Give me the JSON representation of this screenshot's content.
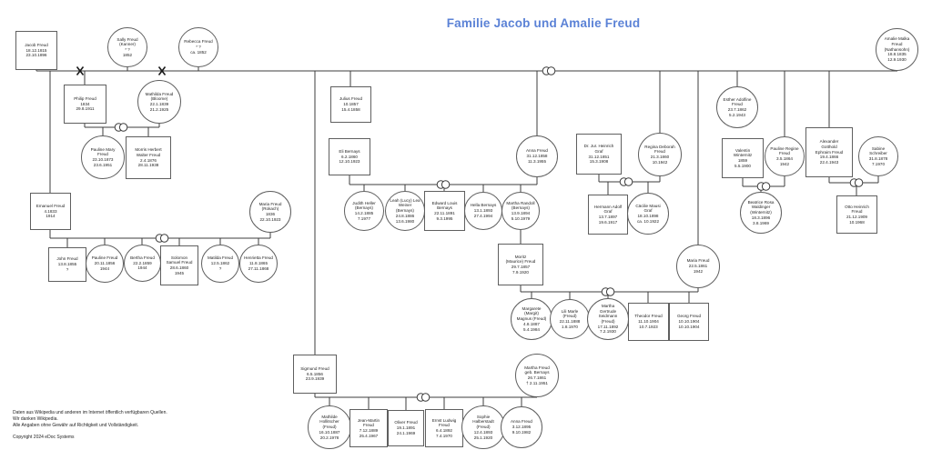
{
  "title": {
    "text": "Familie Jacob und Amalie Freud",
    "color": "#5b82d6"
  },
  "footer": {
    "lines": [
      "Daten aus Wikipedia und anderen im Internet öffentlich verfügbaren Quellen.",
      "Wir danken Wikipedia.",
      "Alle Angaben ohne Gewähr auf Richtigkeit und Vollständigkeit."
    ],
    "copyright": "Copyright 2024 eDoc Systems"
  },
  "symbols": {
    "marriage": "interlocked-rings-icon",
    "ended_marriage": "x-mark-icon",
    "male_shape": "rect",
    "female_shape": "circle"
  },
  "people": [
    {
      "id": "jacob",
      "shape": "rect",
      "lines": [
        "Jacob Freud",
        "18.12.1815",
        "23.10.1896"
      ]
    },
    {
      "id": "sally",
      "shape": "circle",
      "lines": [
        "Sally Freud",
        "(Kanner)",
        "* ?",
        "1852"
      ]
    },
    {
      "id": "rebecca",
      "shape": "circle",
      "lines": [
        "Rebecca Freud",
        "* ?",
        "ca. 1852"
      ]
    },
    {
      "id": "amalie",
      "shape": "circle",
      "lines": [
        "Amalie Malka",
        "Freud",
        "(Nathansohn)",
        "18.8.1835",
        "12.9.1930"
      ]
    },
    {
      "id": "philip",
      "shape": "rect",
      "lines": [
        "Philip Freud",
        "1834",
        "29.8.1911"
      ]
    },
    {
      "id": "mathilda_bloome",
      "shape": "circle",
      "lines": [
        "Mathilda Freud",
        "(Bloome)",
        "22.1.1839",
        "21.2.1925"
      ]
    },
    {
      "id": "pauline_mary",
      "shape": "circle",
      "lines": [
        "Pauline Mary",
        "Freud",
        "23.10.1873",
        "23.6.1951"
      ]
    },
    {
      "id": "morris",
      "shape": "rect",
      "lines": [
        "Morris Herbert",
        "Walter Freud",
        "2.4.1876",
        "28.11.1938"
      ]
    },
    {
      "id": "emanuel",
      "shape": "rect",
      "lines": [
        "Emanuel Freud",
        "4.1833",
        "1914"
      ]
    },
    {
      "id": "maria_rokach",
      "shape": "circle",
      "lines": [
        "Maria Freud",
        "(Rokach)",
        "1836",
        "22.10.1923"
      ]
    },
    {
      "id": "john",
      "shape": "rect",
      "lines": [
        "John Freud",
        "13.8.1855",
        "?"
      ]
    },
    {
      "id": "pauline",
      "shape": "circle",
      "lines": [
        "Pauline Freud",
        "20.11.1856",
        "1944"
      ]
    },
    {
      "id": "bertha",
      "shape": "circle",
      "lines": [
        "Bertha Freud",
        "22.2.1859",
        "1944"
      ]
    },
    {
      "id": "solomon",
      "shape": "rect",
      "lines": [
        "Solomon",
        "Samuel Freud",
        "28.6.1860",
        "1945"
      ]
    },
    {
      "id": "matilda",
      "shape": "circle",
      "lines": [
        "Matilda Freud",
        "12.5.1862",
        "?"
      ]
    },
    {
      "id": "henrietta",
      "shape": "circle",
      "lines": [
        "Henrietta Freud",
        "11.8.1865",
        "27.11.1868"
      ]
    },
    {
      "id": "julius",
      "shape": "rect",
      "lines": [
        "Julius Freud",
        "10.1857",
        "15.4.1858"
      ]
    },
    {
      "id": "eli",
      "shape": "rect",
      "lines": [
        "Eli Bernays",
        "6.2.1860",
        "12.10.1923"
      ]
    },
    {
      "id": "anna_bernays",
      "shape": "circle",
      "lines": [
        "Anna Freud",
        "31.12.1858",
        "11.3.1955"
      ]
    },
    {
      "id": "judith",
      "shape": "circle",
      "lines": [
        "Judith Heller",
        "(Bernays)",
        "14.2.1885",
        "7.1977"
      ]
    },
    {
      "id": "leah",
      "shape": "circle",
      "lines": [
        "Leah (Lucy) Lea",
        "Weiner",
        "(Bernays)",
        "24.8.1886",
        "13.6.1980"
      ]
    },
    {
      "id": "edward",
      "shape": "rect",
      "lines": [
        "Edward Louis",
        "Bernays",
        "22.11.1891",
        "9.3.1995"
      ]
    },
    {
      "id": "hella",
      "shape": "circle",
      "lines": [
        "Hella Bernays",
        "13.1.1893",
        "27.4.1994"
      ]
    },
    {
      "id": "martha_randoll",
      "shape": "circle",
      "lines": [
        "Martha Randoll",
        "(Bernays)",
        "13.9.1894",
        "5.10.1979"
      ]
    },
    {
      "id": "heinrich",
      "shape": "rect",
      "lines": [
        "Dr. Jur. Heinrich",
        "Graf",
        "31.12.1851",
        "15.3.1908"
      ]
    },
    {
      "id": "regina",
      "shape": "circle",
      "lines": [
        "Regina Deborah",
        "Freud",
        "21.3.1860",
        "10.1942"
      ]
    },
    {
      "id": "hermann",
      "shape": "rect",
      "lines": [
        "Hermann Adolf",
        "Graf",
        "13.7.1897",
        "19.6.1917"
      ]
    },
    {
      "id": "caecilie",
      "shape": "circle",
      "lines": [
        "Cäcilie Mausi",
        "Graf",
        "18.10.1898",
        "ca. 10.1922"
      ]
    },
    {
      "id": "esther",
      "shape": "circle",
      "lines": [
        "Esther Adolfine",
        "Freud",
        "23.7.1862",
        "5.2.1943"
      ]
    },
    {
      "id": "valentin",
      "shape": "rect",
      "lines": [
        "Valentin",
        "Winternitz",
        "1859",
        "5.5.1900"
      ]
    },
    {
      "id": "pauline_regine",
      "shape": "circle",
      "lines": [
        "Pauline Regine",
        "Freud",
        "3.5.1864",
        "1942"
      ]
    },
    {
      "id": "beatrice",
      "shape": "circle",
      "lines": [
        "Beatrice Rosa",
        "Waldinger",
        "(Winternitz)",
        "18.3.1896",
        "3.8.1969"
      ]
    },
    {
      "id": "alexander",
      "shape": "rect",
      "lines": [
        "Alexander",
        "Gotthold",
        "Ephraim Freud",
        "19.4.1866",
        "22.4.1943"
      ]
    },
    {
      "id": "sabine",
      "shape": "circle",
      "lines": [
        "Sabine",
        "Schreiber",
        "31.8.1878",
        "7.1970"
      ]
    },
    {
      "id": "otto",
      "shape": "rect",
      "lines": [
        "Otto Heinrich",
        "Freud",
        "21.12.1909",
        "10.1968"
      ]
    },
    {
      "id": "moritz",
      "shape": "rect",
      "lines": [
        "Moritz",
        "(Maurice) Freud",
        "29.7.1857",
        "7.9.1920"
      ]
    },
    {
      "id": "maria",
      "shape": "circle",
      "lines": [
        "Maria Freud",
        "22.5.1861",
        "1942"
      ]
    },
    {
      "id": "margarete",
      "shape": "circle",
      "lines": [
        "Margarete",
        "(Margit)",
        "Magnus (Freud)",
        "4.8.1887",
        "5.4.1984"
      ]
    },
    {
      "id": "lili",
      "shape": "circle",
      "lines": [
        "Lili Marle",
        "(Freud)",
        "22.11.1888",
        "1.8.1970"
      ]
    },
    {
      "id": "martha_seidmann",
      "shape": "circle",
      "lines": [
        "Martha",
        "Gertrude",
        "Seidmann",
        "(Freud)",
        "17.11.1892",
        "7.2.1930"
      ]
    },
    {
      "id": "theodor",
      "shape": "rect",
      "lines": [
        "Theodor Freud",
        "11.10.1904",
        "10.7.1923"
      ]
    },
    {
      "id": "georg",
      "shape": "rect",
      "lines": [
        "Georg Freud",
        "10.10.1904",
        "10.10.1904"
      ]
    },
    {
      "id": "sigmund",
      "shape": "rect",
      "lines": [
        "Sigmund Freud",
        "6.5.1856",
        "23.9.1939"
      ]
    },
    {
      "id": "martha_bernays",
      "shape": "circle",
      "lines": [
        "Martha Freud",
        "geb. Bernays",
        "26.7.1861",
        "† 2.11.1951"
      ]
    },
    {
      "id": "mathilde_h",
      "shape": "circle",
      "lines": [
        "Mathilde",
        "Hollitscher",
        "(Freud)",
        "16.10.1887",
        "20.2.1978"
      ]
    },
    {
      "id": "jean_martin",
      "shape": "rect",
      "lines": [
        "Jean-Martin",
        "Freud",
        "7.12.1889",
        "25.4.1967"
      ]
    },
    {
      "id": "oliver",
      "shape": "rect",
      "lines": [
        "Oliver Freud",
        "19.1.1891",
        "24.1.1969"
      ]
    },
    {
      "id": "ernst",
      "shape": "rect",
      "lines": [
        "Ernst Ludwig",
        "Freud",
        "6.4.1892",
        "7.4.1970"
      ]
    },
    {
      "id": "sophie",
      "shape": "circle",
      "lines": [
        "Sophie",
        "Halberstadt",
        "(Freud)",
        "12.4.1893",
        "25.1.1920"
      ]
    },
    {
      "id": "anna_jr",
      "shape": "circle",
      "lines": [
        "Anna Freud",
        "3.12.1895",
        "9.10.1982"
      ]
    }
  ]
}
